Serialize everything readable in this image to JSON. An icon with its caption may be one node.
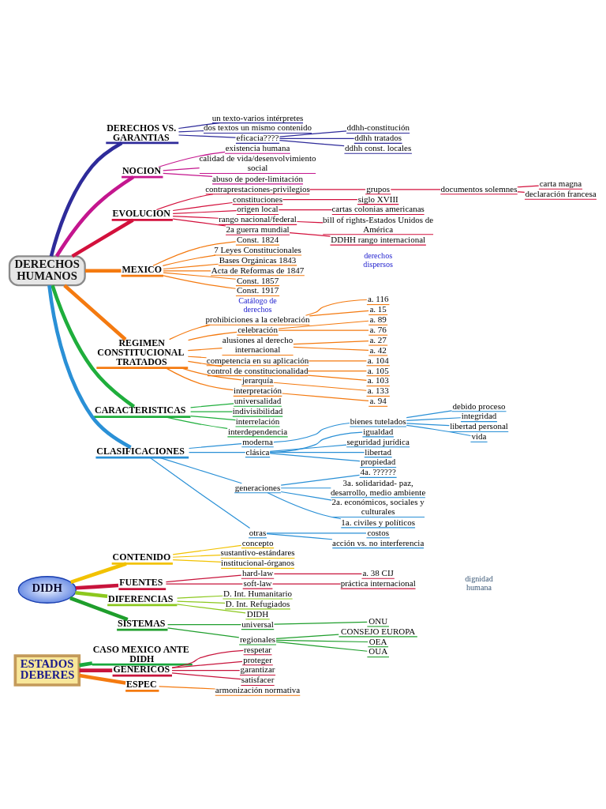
{
  "diagram": {
    "nodes": [
      {
        "text": [
          "DERECHOS HUMANOS"
        ]
      },
      {
        "text": [
          "DERECHOS VS. GARANTIAS"
        ]
      },
      {
        "text": [
          "un texto-varios intérpretes"
        ]
      },
      {
        "text": [
          "dos textos un mismo contenido"
        ]
      },
      {
        "text": [
          "eficacia????"
        ]
      },
      {
        "text": [
          "ddhh-constitución"
        ]
      },
      {
        "text": [
          "ddhh tratados"
        ]
      },
      {
        "text": [
          "ddhh const. locales"
        ]
      },
      {
        "text": [
          "NOCION"
        ]
      },
      {
        "text": [
          "existencia humana"
        ]
      },
      {
        "text": [
          "calidad de vida/desenvolvimiento social"
        ]
      },
      {
        "text": [
          "abuso de poder-limitación"
        ]
      },
      {
        "text": [
          "EVOLUCION"
        ]
      },
      {
        "text": [
          "contraprestaciones-privilegios"
        ]
      },
      {
        "text": [
          "grupos"
        ]
      },
      {
        "text": [
          "documentos solemnes"
        ]
      },
      {
        "text": [
          "carta magna"
        ]
      },
      {
        "text": [
          "declaración francesa"
        ]
      },
      {
        "text": [
          "constituciones"
        ]
      },
      {
        "text": [
          "siglo XVIII"
        ]
      },
      {
        "text": [
          "origen local"
        ]
      },
      {
        "text": [
          "cartas colonias americanas"
        ]
      },
      {
        "text": [
          "rango nacional/federal"
        ]
      },
      {
        "text": [
          "bill of rights-Estados Unidos de América"
        ]
      },
      {
        "text": [
          "2a guerra mundial"
        ]
      },
      {
        "text": [
          "DDHH rango internacional"
        ]
      },
      {
        "text": [
          "MEXICO"
        ]
      },
      {
        "text": [
          "Const. 1824"
        ]
      },
      {
        "text": [
          "7 Leyes Constitucionales"
        ]
      },
      {
        "text": [
          "Bases Orgánicas 1843"
        ]
      },
      {
        "text": [
          "Acta de Reformas de 1847"
        ]
      },
      {
        "text": [
          "Const. 1857"
        ]
      },
      {
        "text": [
          "Const. 1917"
        ]
      },
      {
        "text": [
          "REGIMEN CONSTITUCIONAL TRATADOS"
        ]
      },
      {
        "text": [
          "prohibiciones a la celebración"
        ]
      },
      {
        "text": [
          "a. 116"
        ]
      },
      {
        "text": [
          "a. 15"
        ]
      },
      {
        "text": [
          "celebración"
        ]
      },
      {
        "text": [
          "a. 89"
        ]
      },
      {
        "text": [
          "a. 76"
        ]
      },
      {
        "text": [
          "alusiones al derecho internacional"
        ]
      },
      {
        "text": [
          "a. 27"
        ]
      },
      {
        "text": [
          "a. 42"
        ]
      },
      {
        "text": [
          "competencia en su aplicación"
        ]
      },
      {
        "text": [
          "a. 104"
        ]
      },
      {
        "text": [
          "control de constitucionalidad"
        ]
      },
      {
        "text": [
          "a. 105"
        ]
      },
      {
        "text": [
          "a. 103"
        ]
      },
      {
        "text": [
          "jerarquía"
        ]
      },
      {
        "text": [
          "a. 133"
        ]
      },
      {
        "text": [
          "interpretación"
        ]
      },
      {
        "text": [
          "a. 94"
        ]
      },
      {
        "text": [
          "CARACTERISTICAS"
        ]
      },
      {
        "text": [
          "universalidad"
        ]
      },
      {
        "text": [
          "indivisibilidad"
        ]
      },
      {
        "text": [
          "interrelación"
        ]
      },
      {
        "text": [
          "interdependencia"
        ]
      },
      {
        "text": [
          "CLASIFICACIONES"
        ]
      },
      {
        "text": [
          "moderna"
        ]
      },
      {
        "text": [
          "bienes tutelados"
        ]
      },
      {
        "text": [
          "debido proceso"
        ]
      },
      {
        "text": [
          "integridad"
        ]
      },
      {
        "text": [
          "libertad personal"
        ]
      },
      {
        "text": [
          "vida"
        ]
      },
      {
        "text": [
          "clásica"
        ]
      },
      {
        "text": [
          "igualdad"
        ]
      },
      {
        "text": [
          "seguridad jurídica"
        ]
      },
      {
        "text": [
          "libertad"
        ]
      },
      {
        "text": [
          "propiedad"
        ]
      },
      {
        "text": [
          "generaciones"
        ]
      },
      {
        "text": [
          "4a. ??????"
        ]
      },
      {
        "text": [
          "3a. solidaridad- paz, desarrollo, medio ambiente"
        ]
      },
      {
        "text": [
          "2a. económicos, sociales y culturales"
        ]
      },
      {
        "text": [
          "1a. civiles y políticos"
        ]
      },
      {
        "text": [
          "otras"
        ]
      },
      {
        "text": [
          "costos"
        ]
      },
      {
        "text": [
          "acción vs. no interferencia"
        ]
      },
      {
        "text": [
          "DIDH"
        ]
      },
      {
        "text": [
          "CONTENIDO"
        ]
      },
      {
        "text": [
          "concepto"
        ]
      },
      {
        "text": [
          "sustantivo-estándares"
        ]
      },
      {
        "text": [
          "institucional-órganos"
        ]
      },
      {
        "text": [
          "FUENTES"
        ]
      },
      {
        "text": [
          "hard-law"
        ]
      },
      {
        "text": [
          "a. 38 CIJ"
        ]
      },
      {
        "text": [
          "soft-law"
        ]
      },
      {
        "text": [
          "práctica internacional"
        ]
      },
      {
        "text": [
          "DIFERENCIAS"
        ]
      },
      {
        "text": [
          "D. Int. Humanitario"
        ]
      },
      {
        "text": [
          "D. Int. Refugiados"
        ]
      },
      {
        "text": [
          "DIDH"
        ]
      },
      {
        "text": [
          "SISTEMAS"
        ]
      },
      {
        "text": [
          "universal"
        ]
      },
      {
        "text": [
          "ONU"
        ]
      },
      {
        "text": [
          "regionales"
        ]
      },
      {
        "text": [
          "CONSEJO EUROPA"
        ]
      },
      {
        "text": [
          "OEA"
        ]
      },
      {
        "text": [
          "OUA"
        ]
      },
      {
        "text": [
          "ESTADOS DEBERES"
        ]
      },
      {
        "text": [
          "CASO MEXICO ANTE DIDH"
        ]
      },
      {
        "text": [
          "GENERICOS"
        ]
      },
      {
        "text": [
          "respetar"
        ]
      },
      {
        "text": [
          "proteger"
        ]
      },
      {
        "text": [
          "garantizar"
        ]
      },
      {
        "text": [
          "satisfacer"
        ]
      },
      {
        "text": [
          "ESPEC"
        ]
      },
      {
        "text": [
          "armonización normativa"
        ]
      }
    ],
    "edges": [
      {
        "from": 0,
        "to": 1,
        "arrow": "none",
        "style": "thick",
        "color": "#2e2b9a"
      },
      {
        "from": 1,
        "to": 2,
        "arrow": "none",
        "color": "#2e2b9a"
      },
      {
        "from": 1,
        "to": 3,
        "arrow": "none",
        "color": "#2e2b9a"
      },
      {
        "from": 1,
        "to": 4,
        "arrow": "none",
        "color": "#2e2b9a"
      },
      {
        "from": 4,
        "to": 5,
        "arrow": "none",
        "color": "#2e2b9a"
      },
      {
        "from": 4,
        "to": 6,
        "arrow": "none",
        "color": "#2e2b9a"
      },
      {
        "from": 4,
        "to": 7,
        "arrow": "none",
        "color": "#2e2b9a"
      },
      {
        "from": 0,
        "to": 8,
        "arrow": "none",
        "style": "thick",
        "color": "#c4168e"
      },
      {
        "from": 8,
        "to": 9,
        "arrow": "none",
        "color": "#c4168e"
      },
      {
        "from": 8,
        "to": 10,
        "arrow": "none",
        "color": "#c4168e"
      },
      {
        "from": 8,
        "to": 11,
        "arrow": "none",
        "color": "#c4168e"
      },
      {
        "from": 0,
        "to": 12,
        "arrow": "none",
        "style": "thick",
        "color": "#d3103c"
      },
      {
        "from": 12,
        "to": 13,
        "arrow": "none",
        "color": "#d3103c"
      },
      {
        "from": 13,
        "to": 14,
        "arrow": "none",
        "color": "#d3103c"
      },
      {
        "from": 14,
        "to": 15,
        "arrow": "none",
        "color": "#d3103c"
      },
      {
        "from": 15,
        "to": 16,
        "arrow": "none",
        "color": "#d3103c"
      },
      {
        "from": 15,
        "to": 17,
        "arrow": "none",
        "color": "#d3103c"
      },
      {
        "from": 12,
        "to": 18,
        "arrow": "none",
        "color": "#d3103c"
      },
      {
        "from": 18,
        "to": 19,
        "arrow": "none",
        "color": "#d3103c"
      },
      {
        "from": 12,
        "to": 20,
        "arrow": "none",
        "color": "#d3103c"
      },
      {
        "from": 20,
        "to": 21,
        "arrow": "none",
        "color": "#d3103c"
      },
      {
        "from": 12,
        "to": 22,
        "arrow": "none",
        "color": "#d3103c"
      },
      {
        "from": 22,
        "to": 23,
        "arrow": "none",
        "color": "#d3103c"
      },
      {
        "from": 12,
        "to": 24,
        "arrow": "none",
        "color": "#d3103c"
      },
      {
        "from": 24,
        "to": 25,
        "arrow": "none",
        "color": "#d3103c"
      },
      {
        "from": 0,
        "to": 26,
        "arrow": "none",
        "style": "thick",
        "color": "#f47a10"
      },
      {
        "from": 26,
        "to": 27,
        "arrow": "none",
        "color": "#f47a10"
      },
      {
        "from": 26,
        "to": 28,
        "arrow": "none",
        "color": "#f47a10"
      },
      {
        "from": 26,
        "to": 29,
        "arrow": "none",
        "color": "#f47a10"
      },
      {
        "from": 26,
        "to": 30,
        "arrow": "none",
        "color": "#f47a10"
      },
      {
        "from": 26,
        "to": 31,
        "arrow": "none",
        "color": "#f47a10"
      },
      {
        "from": 26,
        "to": 32,
        "arrow": "none",
        "color": "#f47a10"
      },
      {
        "from": 0,
        "to": 33,
        "arrow": "none",
        "style": "thick",
        "color": "#f47a10"
      },
      {
        "from": 33,
        "to": 34,
        "arrow": "none",
        "color": "#f47a10"
      },
      {
        "from": 34,
        "to": 35,
        "arrow": "none",
        "color": "#f47a10"
      },
      {
        "from": 34,
        "to": 36,
        "arrow": "none",
        "color": "#f47a10"
      },
      {
        "from": 33,
        "to": 37,
        "arrow": "none",
        "color": "#f47a10"
      },
      {
        "from": 37,
        "to": 38,
        "arrow": "none",
        "color": "#f47a10"
      },
      {
        "from": 37,
        "to": 39,
        "arrow": "none",
        "color": "#f47a10"
      },
      {
        "from": 33,
        "to": 40,
        "arrow": "none",
        "color": "#f47a10"
      },
      {
        "from": 40,
        "to": 41,
        "arrow": "none",
        "color": "#f47a10"
      },
      {
        "from": 40,
        "to": 42,
        "arrow": "none",
        "color": "#f47a10"
      },
      {
        "from": 33,
        "to": 43,
        "arrow": "none",
        "color": "#f47a10"
      },
      {
        "from": 43,
        "to": 44,
        "arrow": "none",
        "color": "#f47a10"
      },
      {
        "from": 33,
        "to": 45,
        "arrow": "none",
        "color": "#f47a10"
      },
      {
        "from": 45,
        "to": 46,
        "arrow": "none",
        "color": "#f47a10"
      },
      {
        "from": 45,
        "to": 47,
        "arrow": "none",
        "color": "#f47a10"
      },
      {
        "from": 33,
        "to": 48,
        "arrow": "none",
        "color": "#f47a10"
      },
      {
        "from": 48,
        "to": 49,
        "arrow": "none",
        "color": "#f47a10"
      },
      {
        "from": 33,
        "to": 50,
        "arrow": "none",
        "color": "#f47a10"
      },
      {
        "from": 50,
        "to": 51,
        "arrow": "none",
        "color": "#f47a10"
      },
      {
        "from": 0,
        "to": 52,
        "arrow": "none",
        "style": "thick",
        "color": "#1fae3c"
      },
      {
        "from": 52,
        "to": 53,
        "arrow": "none",
        "color": "#1fae3c"
      },
      {
        "from": 52,
        "to": 54,
        "arrow": "none",
        "color": "#1fae3c"
      },
      {
        "from": 52,
        "to": 55,
        "arrow": "none",
        "color": "#1fae3c"
      },
      {
        "from": 52,
        "to": 56,
        "arrow": "none",
        "color": "#1fae3c"
      },
      {
        "from": 0,
        "to": 57,
        "arrow": "none",
        "style": "thick",
        "color": "#2a90d6"
      },
      {
        "from": 57,
        "to": 58,
        "arrow": "none",
        "color": "#2a90d6"
      },
      {
        "from": 58,
        "to": 59,
        "arrow": "none",
        "color": "#2a90d6"
      },
      {
        "from": 59,
        "to": 60,
        "arrow": "none",
        "color": "#2a90d6"
      },
      {
        "from": 59,
        "to": 61,
        "arrow": "none",
        "color": "#2a90d6"
      },
      {
        "from": 59,
        "to": 62,
        "arrow": "none",
        "color": "#2a90d6"
      },
      {
        "from": 59,
        "to": 63,
        "arrow": "none",
        "color": "#2a90d6"
      },
      {
        "from": 57,
        "to": 64,
        "arrow": "none",
        "color": "#2a90d6"
      },
      {
        "from": 64,
        "to": 65,
        "arrow": "none",
        "color": "#2a90d6"
      },
      {
        "from": 64,
        "to": 66,
        "arrow": "none",
        "color": "#2a90d6"
      },
      {
        "from": 64,
        "to": 67,
        "arrow": "none",
        "color": "#2a90d6"
      },
      {
        "from": 64,
        "to": 68,
        "arrow": "none",
        "color": "#2a90d6"
      },
      {
        "from": 57,
        "to": 69,
        "arrow": "none",
        "color": "#2a90d6"
      },
      {
        "from": 69,
        "to": 70,
        "arrow": "none",
        "color": "#2a90d6"
      },
      {
        "from": 69,
        "to": 71,
        "arrow": "none",
        "color": "#2a90d6"
      },
      {
        "from": 69,
        "to": 72,
        "arrow": "none",
        "color": "#2a90d6"
      },
      {
        "from": 69,
        "to": 73,
        "arrow": "none",
        "color": "#2a90d6"
      },
      {
        "from": 57,
        "to": 74,
        "arrow": "none",
        "color": "#2a90d6"
      },
      {
        "from": 74,
        "to": 75,
        "arrow": "none",
        "color": "#2a90d6"
      },
      {
        "from": 74,
        "to": 76,
        "arrow": "none",
        "color": "#2a90d6"
      },
      {
        "from": 77,
        "to": 78,
        "arrow": "none",
        "style": "thick",
        "color": "#f2c200"
      },
      {
        "from": 78,
        "to": 79,
        "arrow": "none",
        "color": "#f2c200"
      },
      {
        "from": 78,
        "to": 80,
        "arrow": "none",
        "color": "#f2c200"
      },
      {
        "from": 78,
        "to": 81,
        "arrow": "none",
        "color": "#f2c200"
      },
      {
        "from": 77,
        "to": 82,
        "arrow": "none",
        "style": "thick",
        "color": "#c8143c"
      },
      {
        "from": 82,
        "to": 83,
        "arrow": "none",
        "color": "#c8143c"
      },
      {
        "from": 83,
        "to": 84,
        "arrow": "none",
        "color": "#c8143c"
      },
      {
        "from": 82,
        "to": 85,
        "arrow": "none",
        "color": "#c8143c"
      },
      {
        "from": 85,
        "to": 86,
        "arrow": "none",
        "color": "#c8143c"
      },
      {
        "from": 77,
        "to": 87,
        "arrow": "none",
        "style": "thick",
        "color": "#8cc81e"
      },
      {
        "from": 87,
        "to": 88,
        "arrow": "none",
        "color": "#8cc81e"
      },
      {
        "from": 87,
        "to": 89,
        "arrow": "none",
        "color": "#8cc81e"
      },
      {
        "from": 87,
        "to": 90,
        "arrow": "none",
        "color": "#8cc81e"
      },
      {
        "from": 77,
        "to": 91,
        "arrow": "none",
        "style": "thick",
        "color": "#1f9e2c"
      },
      {
        "from": 91,
        "to": 92,
        "arrow": "none",
        "color": "#1f9e2c"
      },
      {
        "from": 92,
        "to": 93,
        "arrow": "none",
        "color": "#1f9e2c"
      },
      {
        "from": 91,
        "to": 94,
        "arrow": "none",
        "color": "#1f9e2c"
      },
      {
        "from": 94,
        "to": 95,
        "arrow": "none",
        "color": "#1f9e2c"
      },
      {
        "from": 94,
        "to": 96,
        "arrow": "none",
        "color": "#1f9e2c"
      },
      {
        "from": 94,
        "to": 97,
        "arrow": "none",
        "color": "#1f9e2c"
      },
      {
        "from": 98,
        "to": 99,
        "arrow": "none",
        "style": "thick",
        "color": "#18a83c"
      },
      {
        "from": 98,
        "to": 100,
        "arrow": "none",
        "style": "thick",
        "color": "#c8143c"
      },
      {
        "from": 100,
        "to": 101,
        "arrow": "none",
        "color": "#c8143c"
      },
      {
        "from": 100,
        "to": 102,
        "arrow": "none",
        "color": "#c8143c"
      },
      {
        "from": 100,
        "to": 103,
        "arrow": "none",
        "color": "#c8143c"
      },
      {
        "from": 100,
        "to": 104,
        "arrow": "none",
        "color": "#c8143c"
      },
      {
        "from": 98,
        "to": 105,
        "arrow": "none",
        "style": "thick",
        "color": "#f47a10"
      },
      {
        "from": 105,
        "to": 106,
        "arrow": "none",
        "color": "#f47a10"
      }
    ],
    "labels": [
      "Catálogo de derechos",
      "derechos dispersos",
      "dignidad humana"
    ]
  }
}
